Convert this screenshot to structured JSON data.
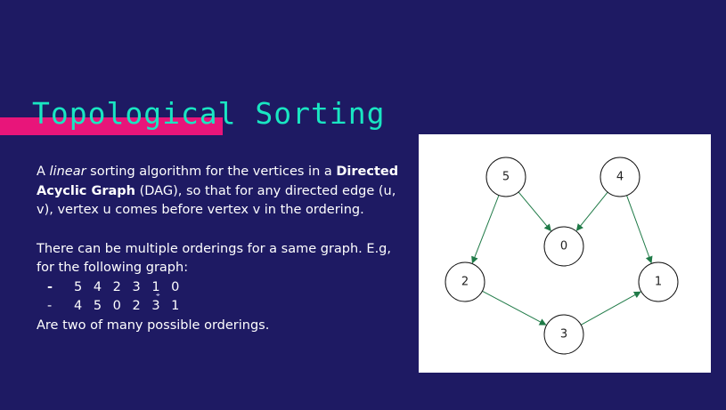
{
  "slide": {
    "title": "Topological Sorting",
    "paragraph1": {
      "t1": "A ",
      "linear": "linear",
      "t2": " sorting algorithm for the vertices in a ",
      "dag_bold": "Directed Acyclic Graph",
      "t3": " (DAG), so that for any directed edge (u, v), vertex u comes before vertex v in the ordering."
    },
    "paragraph2": "There can be multiple orderings for a same graph. E.g, for the following graph:",
    "orderings": [
      {
        "bullet": "-",
        "value": "5 4 2 3 1 0"
      },
      {
        "bullet": "-",
        "value": "4 5 0 2 3 1"
      }
    ],
    "closing": "Are two of many possible orderings."
  },
  "graph": {
    "nodes": [
      {
        "id": "5",
        "label": "5"
      },
      {
        "id": "4",
        "label": "4"
      },
      {
        "id": "0",
        "label": "0"
      },
      {
        "id": "2",
        "label": "2"
      },
      {
        "id": "1",
        "label": "1"
      },
      {
        "id": "3",
        "label": "3"
      }
    ],
    "edges": [
      {
        "from": "5",
        "to": "2"
      },
      {
        "from": "5",
        "to": "0"
      },
      {
        "from": "4",
        "to": "0"
      },
      {
        "from": "4",
        "to": "1"
      },
      {
        "from": "2",
        "to": "3"
      },
      {
        "from": "3",
        "to": "1"
      }
    ],
    "edge_color": "#1f7a47",
    "node_stroke": "#111111"
  },
  "colors": {
    "background": "#1e1a63",
    "title": "#19e6c2",
    "accent_bar": "#e8157a"
  }
}
